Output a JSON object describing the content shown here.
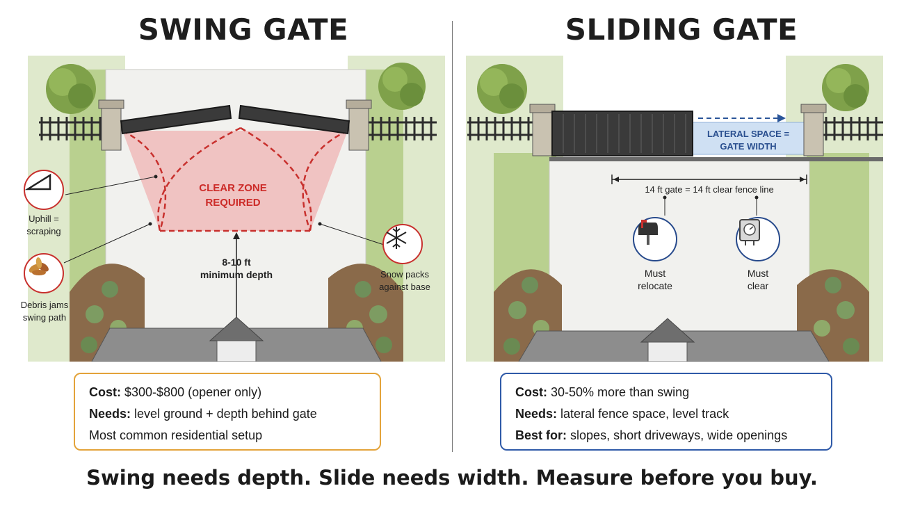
{
  "swing": {
    "title": "SWING GATE",
    "clear_zone_line1": "CLEAR ZONE",
    "clear_zone_line2": "REQUIRED",
    "depth_line1": "8-10 ft",
    "depth_line2": "minimum depth",
    "uphill_line1": "Uphill =",
    "uphill_line2": "scraping",
    "debris_line1": "Debris jams",
    "debris_line2": "swing path",
    "snow_line1": "Snow packs",
    "snow_line2": "against base",
    "box": {
      "cost_label": "Cost:",
      "cost_value": "$300-$800 (opener only)",
      "needs_label": "Needs:",
      "needs_value": "level ground + depth behind gate",
      "note": "Most common residential setup"
    },
    "colors": {
      "clear_zone": "#f08b8b",
      "box_border": "#e3a33a",
      "icon_border": "#c8302d"
    }
  },
  "sliding": {
    "title": "SLIDING GATE",
    "lateral_line1": "LATERAL SPACE =",
    "lateral_line2": "GATE WIDTH",
    "measure_label": "14 ft gate = 14 ft clear fence line",
    "mailbox_line1": "Must",
    "mailbox_line2": "relocate",
    "meter_line1": "Must",
    "meter_line2": "clear",
    "box": {
      "cost_label": "Cost:",
      "cost_value": "30-50% more than swing",
      "needs_label": "Needs:",
      "needs_value": "lateral fence space, level track",
      "best_label": "Best for:",
      "best_value": "slopes, short driveways, wide openings"
    },
    "colors": {
      "lateral_space": "#cfe0f3",
      "box_border": "#2f5aa8",
      "icon_border": "#274a8c"
    }
  },
  "bottom_line": "Swing needs depth. Slide needs width. Measure before you buy.",
  "icons": [
    "slope-icon",
    "leaves-icon",
    "snowflake-icon",
    "mailbox-icon",
    "electric-meter-icon"
  ]
}
